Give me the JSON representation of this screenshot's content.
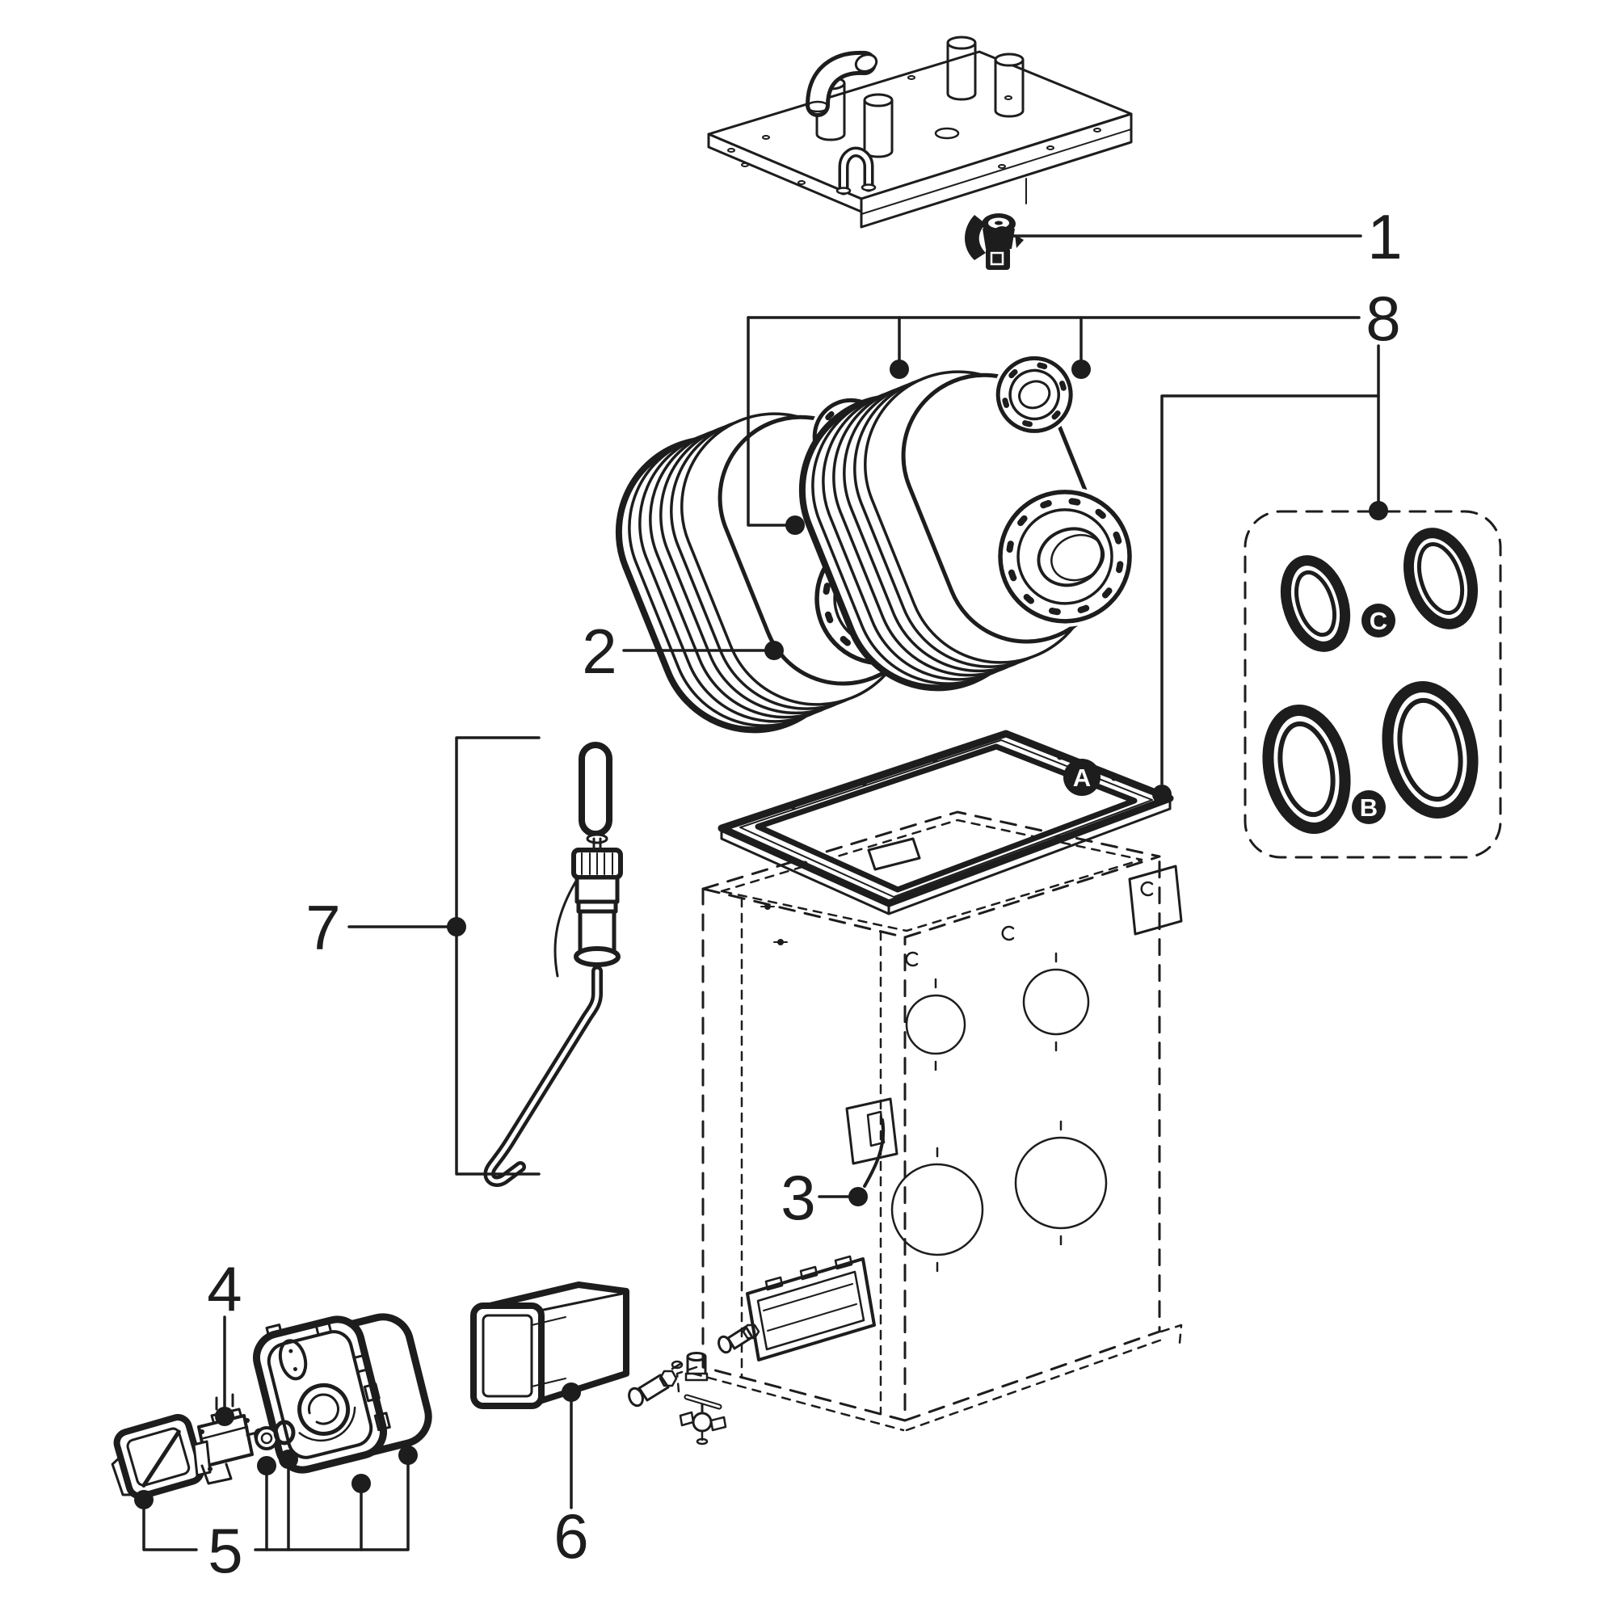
{
  "diagram": {
    "style": {
      "background": "#ffffff",
      "ink": "#1d1d1d"
    },
    "callouts": {
      "n1": "1",
      "n2": "2",
      "n3": "3",
      "n4": "4",
      "n5": "5",
      "n6": "6",
      "n7": "7",
      "n8": "8"
    },
    "badges": {
      "a": "A",
      "b": "B",
      "c": "C"
    }
  }
}
